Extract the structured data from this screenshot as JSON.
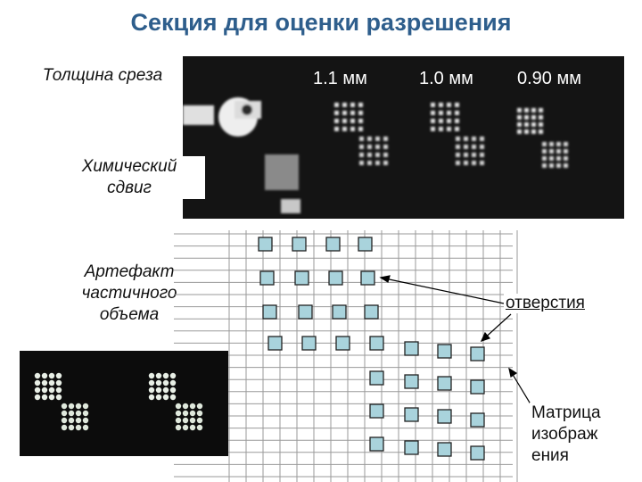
{
  "title": "Секция для оценки разрешения",
  "labels": {
    "slice_thickness": "Толщина среза",
    "chem_shift_line1": "Химический",
    "chem_shift_line2": "сдвиг",
    "partial_volume_line1": "Артефакт",
    "partial_volume_line2": "частичного",
    "partial_volume_line3": "объема",
    "holes": "отверстия",
    "matrix_line1": "Матрица",
    "matrix_line2": "изображ",
    "matrix_line3": "ения"
  },
  "mri_columns": [
    "1.1 мм",
    "1.0 мм",
    "0.90 мм"
  ],
  "colors": {
    "title": "#2e5e8c",
    "grid_line": "#9a9a9a",
    "hole_fill": "#a9d3dc",
    "mri_background": "#141414"
  }
}
